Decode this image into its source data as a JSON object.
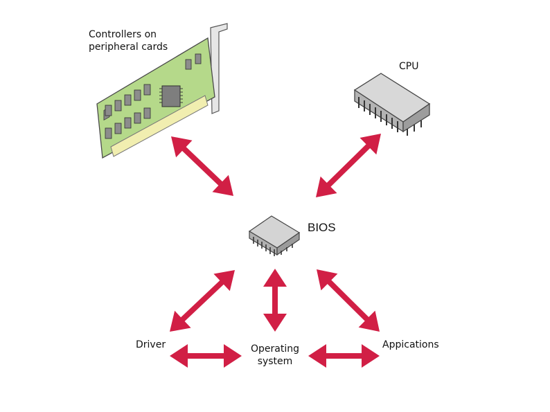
{
  "nodes": {
    "controllers": {
      "label": "Controllers on\nperipheral cards",
      "icon": "expansion-card-icon"
    },
    "cpu": {
      "label": "CPU",
      "icon": "cpu-chip-icon"
    },
    "bios": {
      "label": "BIOS",
      "icon": "bios-chip-icon"
    },
    "driver": {
      "label": "Driver"
    },
    "os": {
      "label": "Operating\nsystem"
    },
    "applications": {
      "label": "Appications"
    }
  },
  "colors": {
    "arrow": "#d11f45",
    "card_board": "#b5d98a",
    "chip_body": "#c4c4c4"
  }
}
